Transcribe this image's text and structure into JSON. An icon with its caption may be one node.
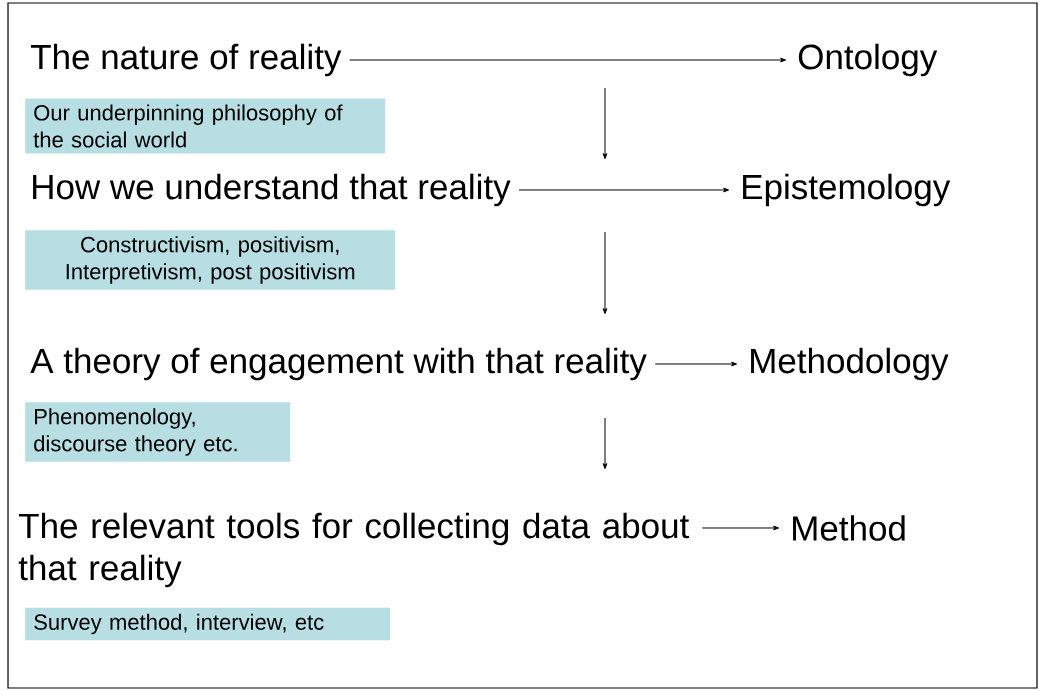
{
  "diagram": {
    "nodes": [
      {
        "text": [
          "The nature of reality"
        ]
      },
      {
        "text": [
          "Ontology"
        ]
      },
      {
        "text": [
          "Our underpinning philosophy of the social world"
        ]
      },
      {
        "text": [
          "How we understand that reality"
        ]
      },
      {
        "text": [
          "Epistemology"
        ]
      },
      {
        "text": [
          "Constructivism, positivism, Interpretivism, post positivism"
        ]
      },
      {
        "text": [
          "A theory of engagement with that reality"
        ]
      },
      {
        "text": [
          "Methodology"
        ]
      },
      {
        "text": [
          "Phenomenology, discourse theory etc."
        ]
      },
      {
        "text": [
          "The relevant tools for collecting data about that reality"
        ]
      },
      {
        "text": [
          "Method"
        ]
      },
      {
        "text": [
          "Survey method, interview, etc"
        ]
      }
    ],
    "edges": [
      {
        "from": 0,
        "to": 1,
        "arrow": "to"
      },
      {
        "from": 3,
        "to": 4,
        "arrow": "to"
      },
      {
        "from": 6,
        "to": 7,
        "arrow": "to"
      },
      {
        "from": 9,
        "to": 10,
        "arrow": "to"
      }
    ]
  }
}
